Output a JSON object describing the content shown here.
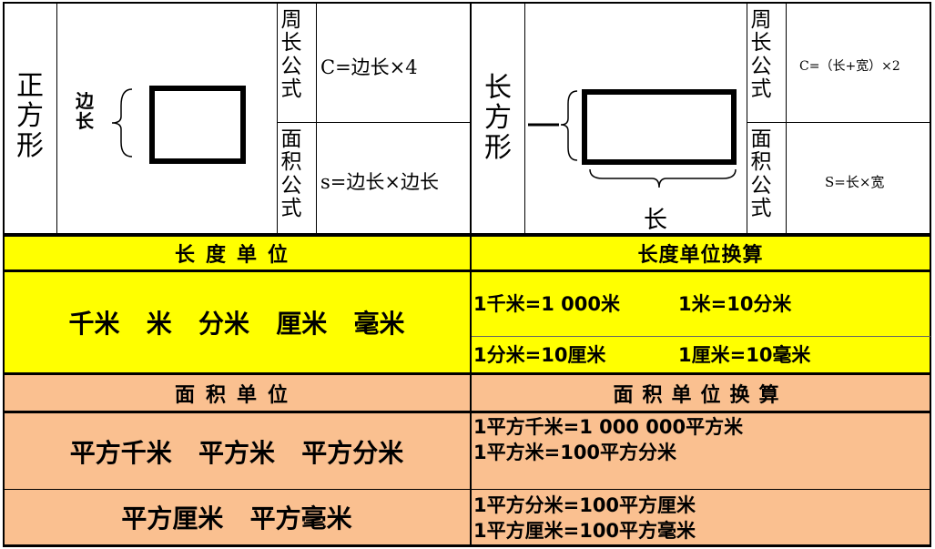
{
  "square": {
    "name": [
      "正",
      "方",
      "形"
    ],
    "side_label": [
      "边",
      "长"
    ],
    "perimeter_label": [
      "周",
      "长",
      "公",
      "式"
    ],
    "perimeter_formula": "C=边长×4",
    "area_label": [
      "面",
      "积",
      "公",
      "式"
    ],
    "area_formula": "s=边长×边长"
  },
  "rectangle": {
    "name": [
      "长",
      "方",
      "形"
    ],
    "length_label": "长",
    "perimeter_label": [
      "周",
      "长",
      "公",
      "式"
    ],
    "perimeter_formula": "C=（长+宽）×2",
    "area_label": [
      "面",
      "积",
      "公",
      "式"
    ],
    "area_formula": "S=长×宽"
  },
  "length": {
    "units_header": "长度单位",
    "conversion_header": "长度单位换算",
    "units": "千米   米   分米   厘米   毫米",
    "conv_row1_a": "1千米=1 000米",
    "conv_row1_b": "1米=10分米",
    "conv_row2_a": "1分米=10厘米",
    "conv_row2_b": "1厘米=10毫米"
  },
  "area": {
    "units_header": "面积单位",
    "conversion_header": "面积单位换算",
    "units_row1": "平方千米   平方米   平方分米",
    "units_row2": "平方厘米   平方毫米",
    "conv_row1_line1": "1平方千米=1 000 000平方米",
    "conv_row1_line2": "1平方米=100平方分米",
    "conv_row2_line1": "1平方分米=100平方厘米",
    "conv_row2_line2": "1平方厘米=100平方毫米"
  },
  "colors": {
    "length_band": "#ffff00",
    "area_band": "#fac090",
    "border": "#000000"
  }
}
